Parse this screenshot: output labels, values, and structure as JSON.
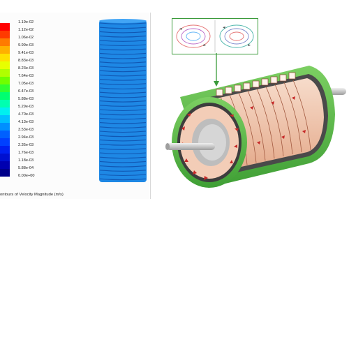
{
  "contour": {
    "legend_values": [
      "1.19e-02",
      "1.12e-02",
      "1.06e-02",
      "9.99e-03",
      "9.41e-03",
      "8.83e-03",
      "8.23e-03",
      "7.64e-03",
      "7.05e-03",
      "6.47e-03",
      "5.88e-03",
      "5.29e-03",
      "4.70e-03",
      "4.13e-03",
      "3.53e-03",
      "2.94e-03",
      "2.35e-03",
      "1.76e-03",
      "1.18e-03",
      "5.88e-04",
      "0.00e+00"
    ],
    "caption": "ontours of Velocity Magnitude (m/s)",
    "colormap": [
      "#ff0000",
      "#ff3a00",
      "#ff7a00",
      "#ffb000",
      "#ffe000",
      "#e8ff00",
      "#b0ff00",
      "#70ff00",
      "#30ff30",
      "#00ff70",
      "#00ffb0",
      "#00f0f0",
      "#00c0ff",
      "#0090ff",
      "#0060ff",
      "#0040ff",
      "#0020f0",
      "#0010d0",
      "#0000b0",
      "#00008a"
    ],
    "cylinder_color": "#1e88e5"
  },
  "diagram": {
    "outer_shell_color": "#58b94a",
    "coil_color": "#f2c7ae",
    "shaft_color": "#c9c9c9",
    "arrow_color": "#c62828"
  }
}
